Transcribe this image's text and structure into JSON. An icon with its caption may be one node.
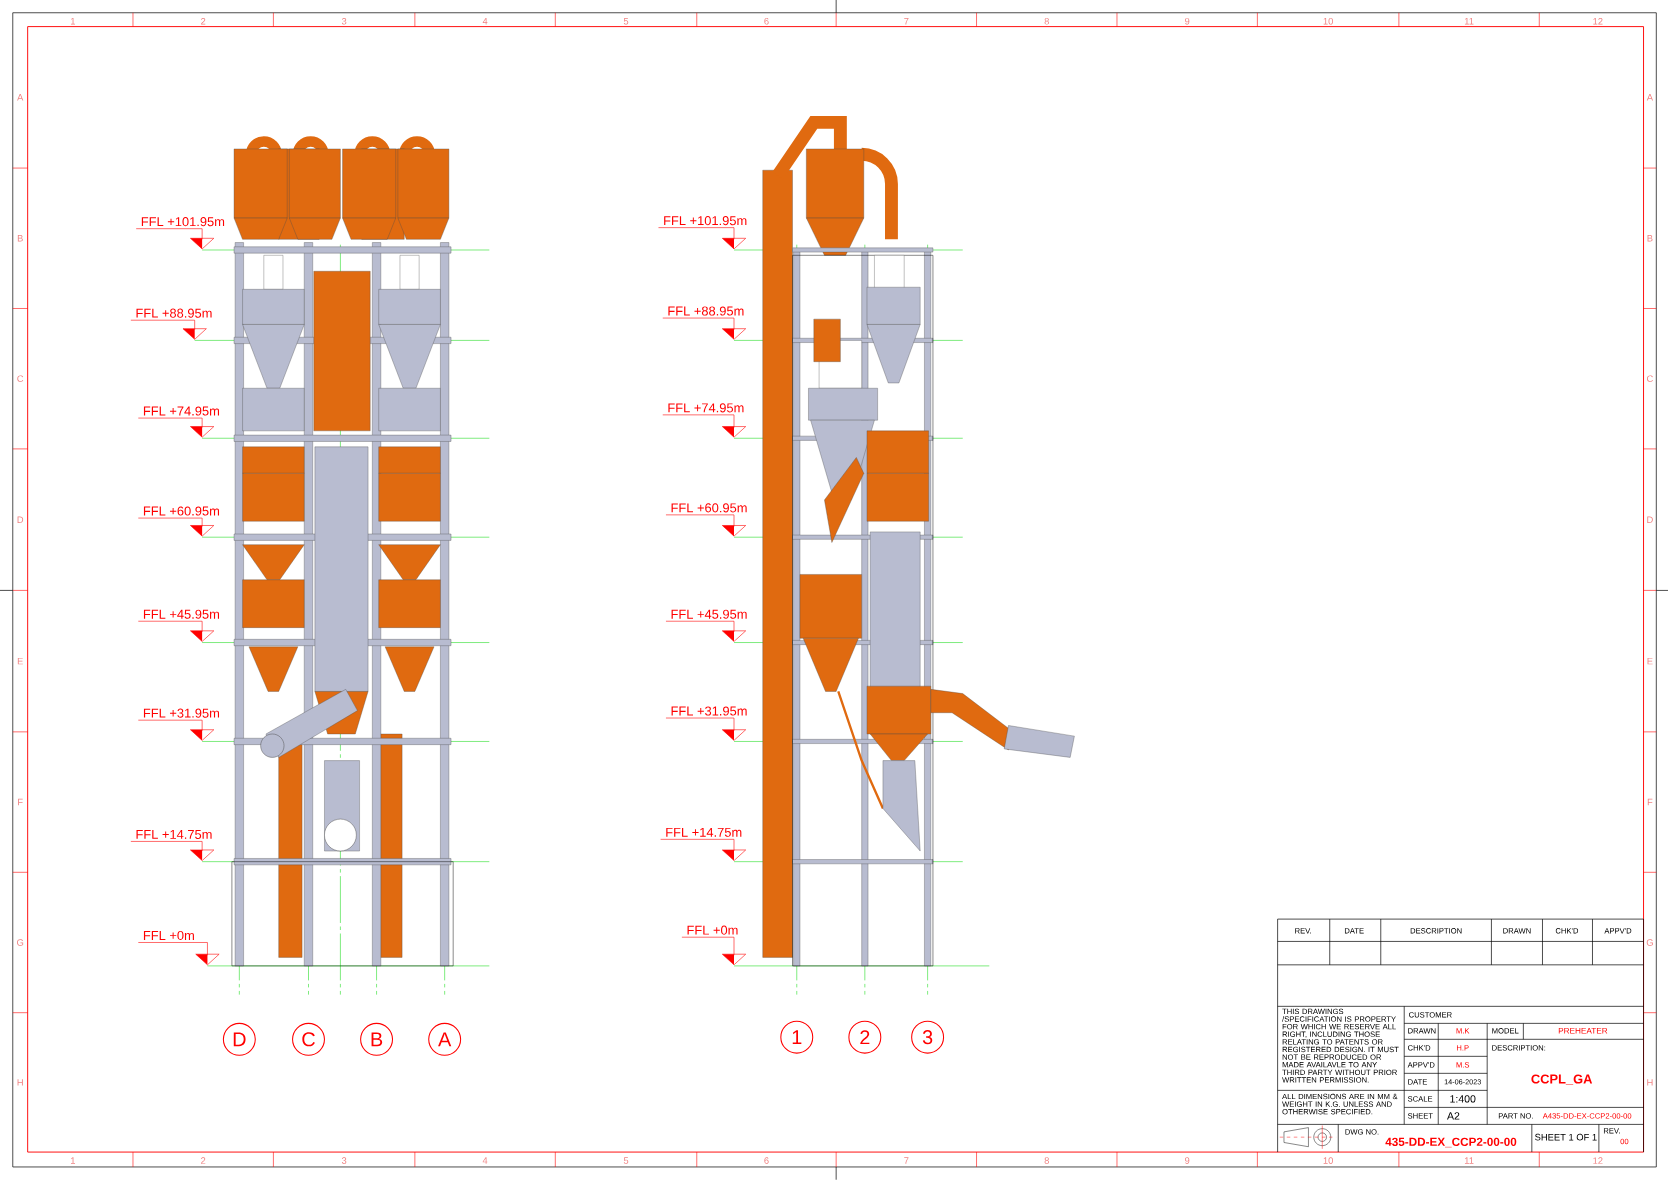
{
  "diagram": {
    "nodes": [
      {
        "text": [
          "D"
        ]
      },
      {
        "text": [
          "C"
        ]
      },
      {
        "text": [
          "B"
        ]
      },
      {
        "text": [
          "A"
        ]
      },
      {
        "text": [
          "1"
        ]
      },
      {
        "text": [
          "2"
        ]
      },
      {
        "text": [
          "3"
        ]
      }
    ],
    "labels": [
      "1",
      "2",
      "3",
      "4",
      "5",
      "6",
      "7",
      "8",
      "9",
      "10",
      "11",
      "12",
      "A",
      "B",
      "C",
      "D",
      "E",
      "F",
      "G",
      "H",
      "A",
      "B",
      "C",
      "D",
      "E",
      "F",
      "G",
      "H",
      "1",
      "2",
      "3",
      "4",
      "5",
      "6",
      "7",
      "8",
      "9",
      "10",
      "11",
      "12",
      "FFL +101.95m",
      "FFL +88.95m",
      "FFL +74.95m",
      "FFL +60.95m",
      "FFL +45.95m",
      "FFL +31.95m",
      "FFL +14.75m",
      "FFL +0m",
      "FFL +101.95m",
      "FFL +88.95m",
      "FFL +74.95m",
      "FFL +60.95m",
      "FFL +45.95m",
      "FFL +31.95m",
      "FFL +14.75m",
      "FFL +0m",
      "REV.",
      "DATE",
      "DESCRIPTION",
      "DRAWN",
      "CHK'D",
      "APPV'D",
      "THIS DRAWINGS /SPECIFICATION IS PROPERTY FOR WHICH WE RESERVE ALL RIGHT, INCLUDING THOSE RELATING TO PATENTS OR REGISTERED DESIGN. IT MUST NOT BE REPRODUCED OR MADE AVAILAVLE TO ANY THIRD PARTY WITHOUT PRIOR WRITTEN PERMISSION.",
      "CUSTOMER",
      "DRAWN",
      "M.K",
      "MODEL",
      "PREHEATER",
      "CHK'D",
      "H.P",
      "DESCRIPTION:",
      "APPV'D",
      "M.S",
      "DATE",
      "14-06-2023",
      "CCPL_GA",
      "ALL DIMENSIONS ARE IN MM & WEIGHT IN K.G. UNLESS AND OTHERWISE SPECIFIED.",
      "SCALE",
      "1:400",
      "SHEET",
      "A2",
      "PART NO.",
      "A435-DD-EX-CCP2-00-00",
      "DWG NO.",
      "435-DD-EX_CCP2-00-00",
      "SHEET 1 OF 1",
      "REV.",
      "00"
    ]
  }
}
